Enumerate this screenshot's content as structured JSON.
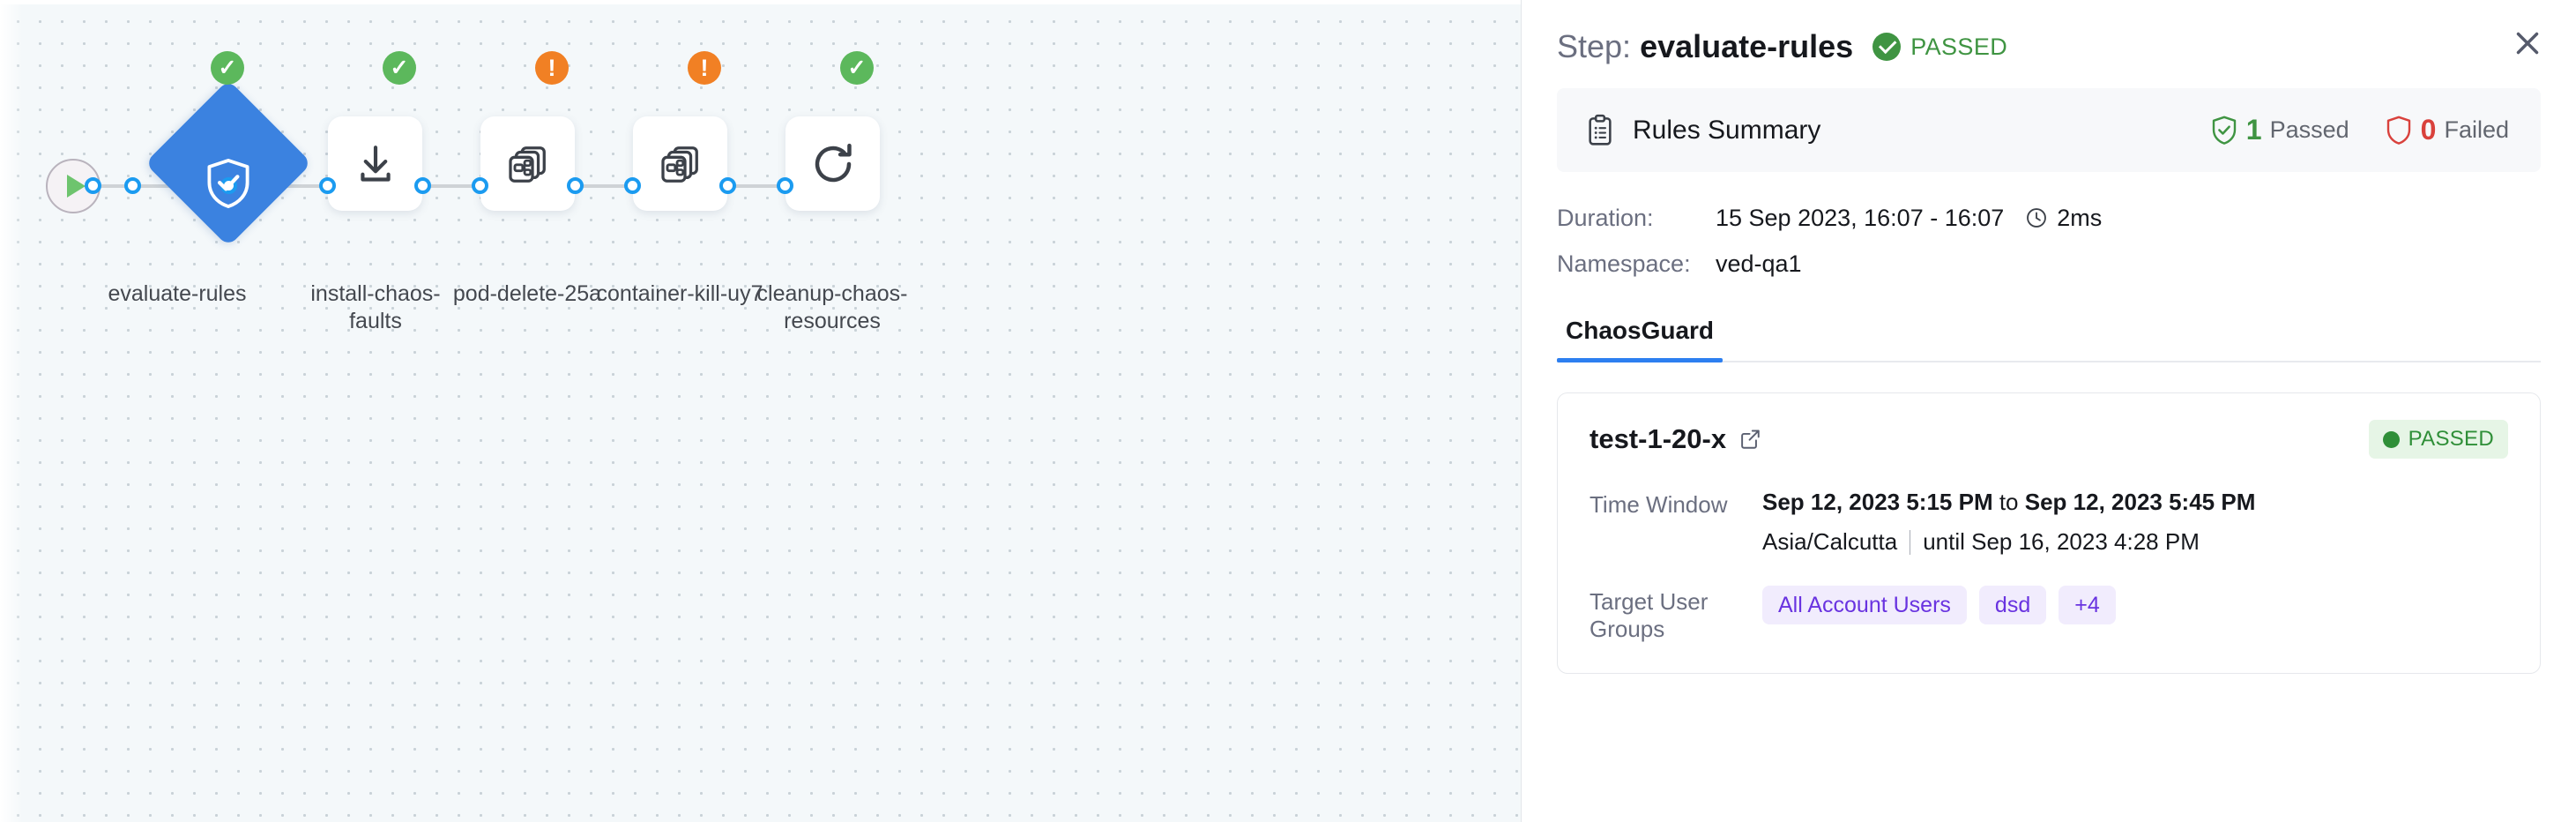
{
  "canvas": {
    "start_node": {
      "icon": "play-icon",
      "label": ""
    },
    "nodes": [
      {
        "id": "evaluate-rules",
        "label": "evaluate-rules",
        "shape": "diamond",
        "icon": "shield-check-icon",
        "status": "success",
        "status_glyph": "✓"
      },
      {
        "id": "install-chaos",
        "label": "install-chaos-\nfaults",
        "shape": "square",
        "icon": "download-icon",
        "status": "success",
        "status_glyph": "✓"
      },
      {
        "id": "pod-delete-25a",
        "label": "pod-delete-25a",
        "shape": "square",
        "icon": "chaos-fault-icon",
        "status": "warning",
        "status_glyph": "!"
      },
      {
        "id": "container-kill-uy7",
        "label": "container-kill-uy7",
        "shape": "square",
        "icon": "chaos-fault-icon",
        "status": "warning",
        "status_glyph": "!"
      },
      {
        "id": "cleanup-chaos",
        "label": "cleanup-chaos-\nresources",
        "shape": "square",
        "icon": "refresh-icon",
        "status": "success",
        "status_glyph": "✓"
      }
    ]
  },
  "panel": {
    "header": {
      "step_prefix": "Step:",
      "step_name": "evaluate-rules",
      "status_text": "PASSED",
      "status_color": "#3f9442",
      "close_label": "Close"
    },
    "rules_summary": {
      "title": "Rules Summary",
      "passed_count": "1",
      "passed_label": "Passed",
      "failed_count": "0",
      "failed_label": "Failed",
      "passed_color": "#3f9442",
      "failed_color": "#d9413c"
    },
    "meta": {
      "duration_key": "Duration:",
      "duration_value": "15 Sep 2023, 16:07 - 16:07",
      "duration_elapsed": "2ms",
      "namespace_key": "Namespace:",
      "namespace_value": "ved-qa1"
    },
    "tabs": [
      {
        "id": "chaosguard",
        "label": "ChaosGuard",
        "active": true
      }
    ],
    "test_card": {
      "name": "test-1-20-x",
      "external_link_icon": "external-link-icon",
      "status_badge": "PASSED",
      "status_badge_color": "#2f8f38",
      "time_window_key": "Time Window",
      "time_window_start": "Sep 12, 2023 5:15 PM",
      "time_window_joiner": " to ",
      "time_window_end": "Sep 12, 2023 5:45 PM",
      "timezone": "Asia/Calcutta",
      "until_text": "until Sep 16, 2023 4:28 PM",
      "target_groups_key": "Target User Groups",
      "target_groups": [
        "All Account Users",
        "dsd",
        "+4"
      ],
      "chip_color": "#6933e0"
    }
  }
}
